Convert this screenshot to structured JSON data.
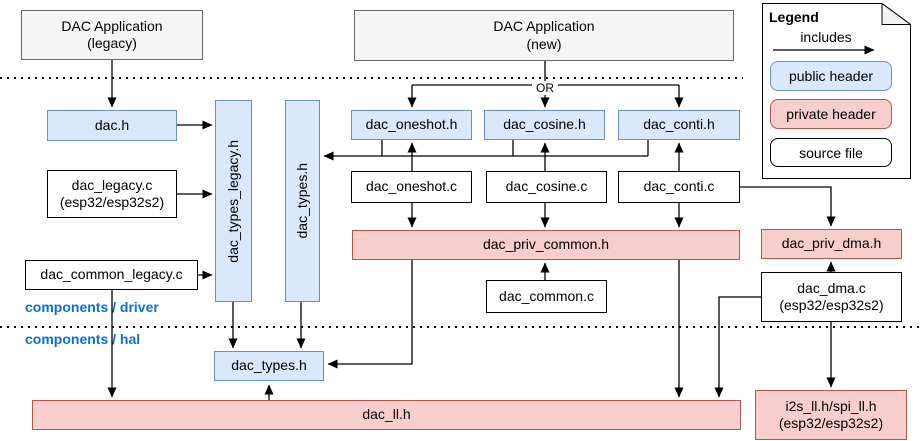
{
  "colors": {
    "public_header_fill": "#dae8fc",
    "public_header_stroke": "#6c8ebf",
    "private_header_fill": "#f8cecc",
    "private_header_stroke": "#b85450",
    "app_fill": "#f5f5f5",
    "app_stroke": "#666666",
    "source_fill": "#ffffff",
    "source_stroke": "#000000",
    "section_label_color": "#0d6ed8",
    "line_color": "#000000"
  },
  "apps": {
    "legacy": {
      "title": "DAC Application",
      "subtitle": "(legacy)"
    },
    "new": {
      "title": "DAC Application",
      "subtitle": "(new)"
    }
  },
  "or_label": "OR",
  "sections": {
    "driver": "components / driver",
    "hal": "components / hal"
  },
  "nodes": {
    "dac_h": "dac.h",
    "dac_types_legacy_h": "dac_types_legacy.h",
    "dac_types_h_driver": "dac_types.h",
    "dac_oneshot_h": "dac_oneshot.h",
    "dac_cosine_h": "dac_cosine.h",
    "dac_conti_h": "dac_conti.h",
    "dac_legacy_c": {
      "line1": "dac_legacy.c",
      "line2": "(esp32/esp32s2)"
    },
    "dac_oneshot_c": "dac_oneshot.c",
    "dac_cosine_c": "dac_cosine.c",
    "dac_conti_c": "dac_conti.c",
    "dac_common_legacy_c": "dac_common_legacy.c",
    "dac_priv_common_h": "dac_priv_common.h",
    "dac_common_c": "dac_common.c",
    "dac_priv_dma_h": "dac_priv_dma.h",
    "dac_dma_c": {
      "line1": "dac_dma.c",
      "line2": "(esp32/esp32s2)"
    },
    "dac_types_h_hal": "dac_types.h",
    "dac_ll_h": "dac_ll.h",
    "i2s_spi_ll": {
      "line1": "i2s_ll.h/spi_ll.h",
      "line2": "(esp32/esp32s2)"
    }
  },
  "legend": {
    "title": "Legend",
    "includes_label": "includes",
    "public_header": "public header",
    "private_header": "private header",
    "source_file": "source file"
  }
}
